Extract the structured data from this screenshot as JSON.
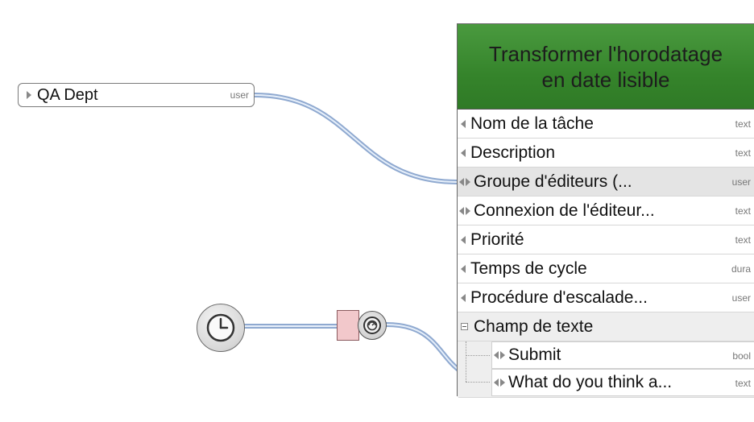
{
  "source": {
    "label": "QA Dept",
    "type": "user"
  },
  "node": {
    "title_line1": "Transformer l'horodatage",
    "title_line2": "en date lisible",
    "fields": [
      {
        "label": "Nom de la tâche",
        "type": "text",
        "marker": "left"
      },
      {
        "label": "Description",
        "type": "text",
        "marker": "left"
      },
      {
        "label": "Groupe d'éditeurs (...",
        "type": "user",
        "marker": "both"
      },
      {
        "label": "Connexion de l'éditeur...",
        "type": "text",
        "marker": "both"
      },
      {
        "label": "Priorité",
        "type": "text",
        "marker": "left"
      },
      {
        "label": "Temps de cycle",
        "type": "dura",
        "marker": "left"
      },
      {
        "label": "Procédure d'escalade...",
        "type": "user",
        "marker": "left"
      }
    ],
    "group": {
      "label": "Champ de texte",
      "children": [
        {
          "label": "Submit",
          "type": "bool"
        },
        {
          "label": "What do you think a...",
          "type": "text"
        }
      ]
    }
  },
  "icons": {
    "clock": "clock-icon",
    "converter": "gear-icon"
  },
  "colors": {
    "header_green": "#35842b",
    "wire": "#a9c3e8",
    "converter_pink": "#f2c8cb"
  }
}
